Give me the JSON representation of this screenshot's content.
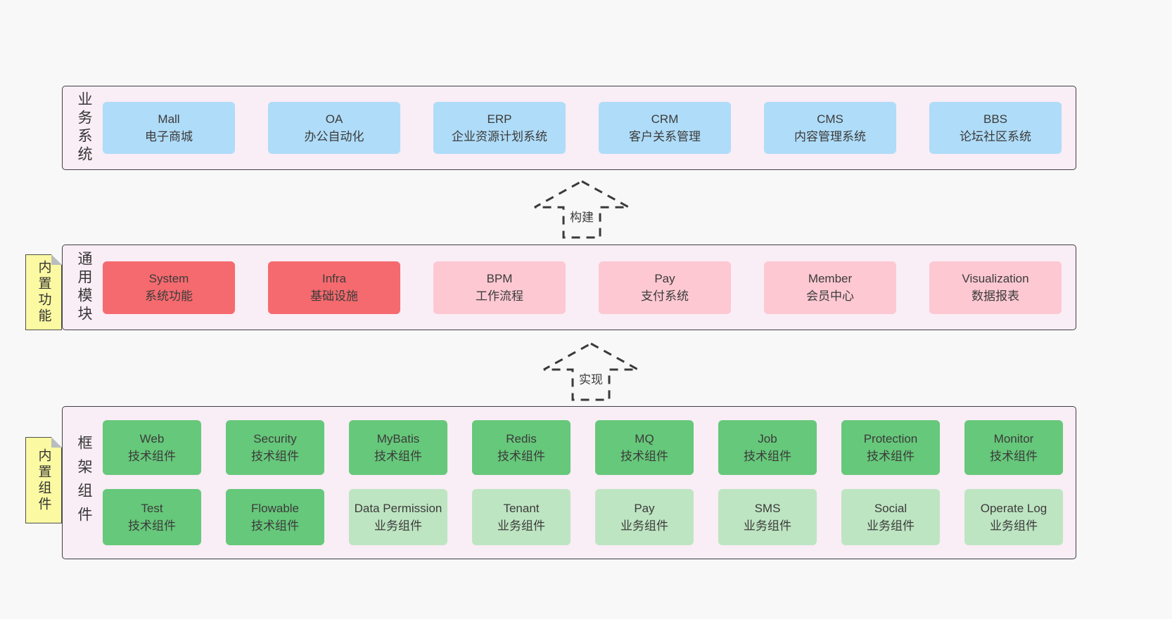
{
  "colors": {
    "page-bg": "#f8f8f8",
    "container-bg": "#f9edf6",
    "container-border": "#3f3f3f",
    "blue": "#afdcf8",
    "red": "#f56a6e",
    "pink": "#fdc8d2",
    "green": "#66c87a",
    "green-light": "#bee5c2",
    "yellow": "#fbf9a2",
    "fold": "#b9bdc0",
    "text": "#3c3c3c"
  },
  "layers": [
    {
      "id": "business",
      "label": "业务系统",
      "note": null,
      "rows": [
        [
          {
            "en": "Mall",
            "zh": "电子商城",
            "type": "blue"
          },
          {
            "en": "OA",
            "zh": "办公自动化",
            "type": "blue"
          },
          {
            "en": "ERP",
            "zh": "企业资源计划系统",
            "type": "blue"
          },
          {
            "en": "CRM",
            "zh": "客户关系管理",
            "type": "blue"
          },
          {
            "en": "CMS",
            "zh": "内容管理系统",
            "type": "blue"
          },
          {
            "en": "BBS",
            "zh": "论坛社区系统",
            "type": "blue"
          }
        ]
      ]
    },
    {
      "id": "modules",
      "label": "通用模块",
      "note": "内置功能",
      "rows": [
        [
          {
            "en": "System",
            "zh": "系统功能",
            "type": "red"
          },
          {
            "en": "Infra",
            "zh": "基础设施",
            "type": "red"
          },
          {
            "en": "BPM",
            "zh": "工作流程",
            "type": "pink"
          },
          {
            "en": "Pay",
            "zh": "支付系统",
            "type": "pink"
          },
          {
            "en": "Member",
            "zh": "会员中心",
            "type": "pink"
          },
          {
            "en": "Visualization",
            "zh": "数据报表",
            "type": "pink"
          }
        ]
      ]
    },
    {
      "id": "components",
      "label": "框架组件",
      "note": "内置组件",
      "rows": [
        [
          {
            "en": "Web",
            "zh": "技术组件",
            "type": "green"
          },
          {
            "en": "Security",
            "zh": "技术组件",
            "type": "green"
          },
          {
            "en": "MyBatis",
            "zh": "技术组件",
            "type": "green"
          },
          {
            "en": "Redis",
            "zh": "技术组件",
            "type": "green"
          },
          {
            "en": "MQ",
            "zh": "技术组件",
            "type": "green"
          },
          {
            "en": "Job",
            "zh": "技术组件",
            "type": "green"
          },
          {
            "en": "Protection",
            "zh": "技术组件",
            "type": "green"
          },
          {
            "en": "Monitor",
            "zh": "技术组件",
            "type": "green"
          }
        ],
        [
          {
            "en": "Test",
            "zh": "技术组件",
            "type": "green"
          },
          {
            "en": "Flowable",
            "zh": "技术组件",
            "type": "green"
          },
          {
            "en": "Data Permission",
            "zh": "业务组件",
            "type": "green-light"
          },
          {
            "en": "Tenant",
            "zh": "业务组件",
            "type": "green-light"
          },
          {
            "en": "Pay",
            "zh": "业务组件",
            "type": "green-light"
          },
          {
            "en": "SMS",
            "zh": "业务组件",
            "type": "green-light"
          },
          {
            "en": "Social",
            "zh": "业务组件",
            "type": "green-light"
          },
          {
            "en": "Operate Log",
            "zh": "业务组件",
            "type": "green-light"
          }
        ]
      ]
    }
  ],
  "arrows": [
    {
      "label": "构建"
    },
    {
      "label": "实现"
    }
  ]
}
